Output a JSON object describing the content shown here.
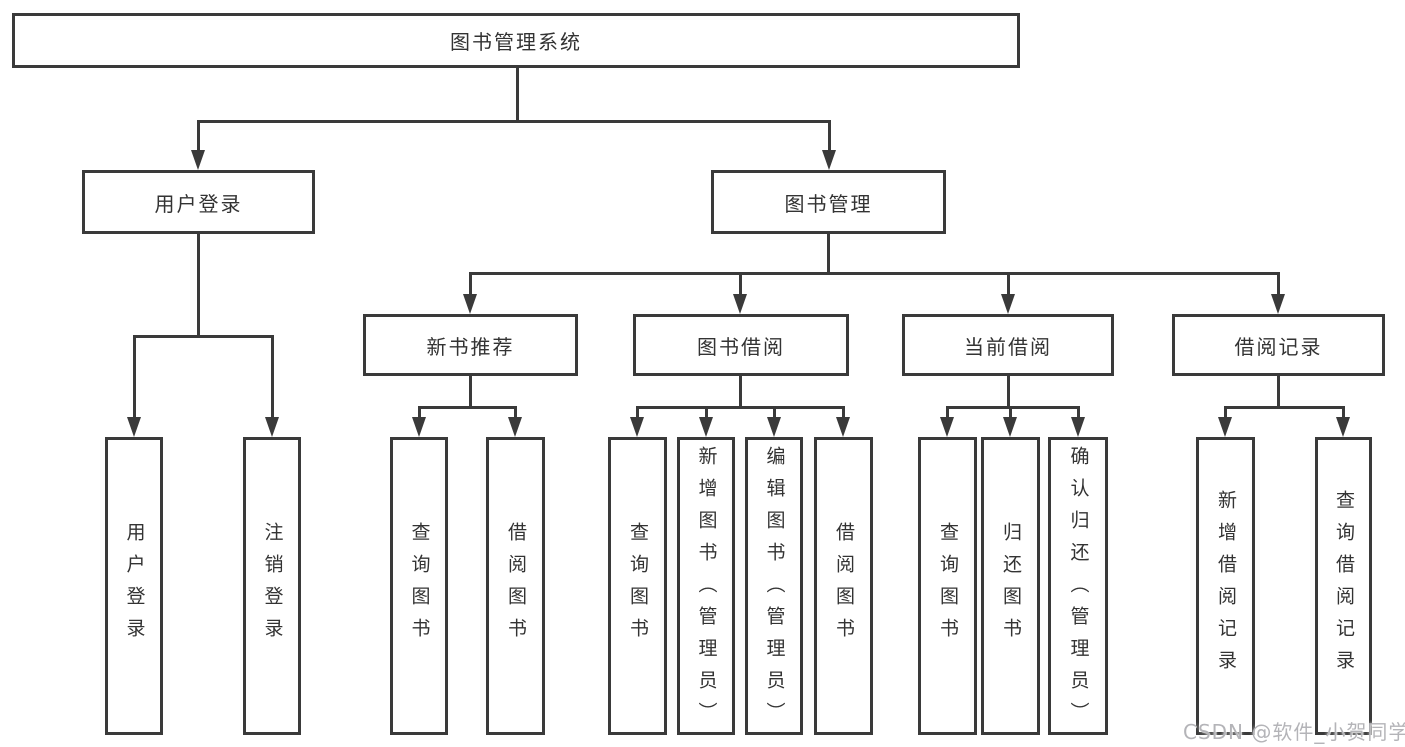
{
  "diagram": {
    "title_node": {
      "label": "图书管理系统"
    },
    "level2": [
      {
        "label": "用户登录"
      },
      {
        "label": "图书管理"
      }
    ],
    "level3": [
      {
        "label": "新书推荐",
        "parent": "图书管理"
      },
      {
        "label": "图书借阅",
        "parent": "图书管理"
      },
      {
        "label": "当前借阅",
        "parent": "图书管理"
      },
      {
        "label": "借阅记录",
        "parent": "图书管理"
      }
    ],
    "leaves": [
      {
        "label": "用户登录",
        "parent": "用户登录"
      },
      {
        "label": "注销登录",
        "parent": "用户登录"
      },
      {
        "label": "查询图书",
        "parent": "新书推荐"
      },
      {
        "label": "借阅图书",
        "parent": "新书推荐"
      },
      {
        "label": "查询图书",
        "parent": "图书借阅"
      },
      {
        "label": "新增图书（管理员）",
        "parent": "图书借阅"
      },
      {
        "label": "编辑图书（管理员）",
        "parent": "图书借阅"
      },
      {
        "label": "借阅图书",
        "parent": "图书借阅"
      },
      {
        "label": "查询图书",
        "parent": "当前借阅"
      },
      {
        "label": "归还图书",
        "parent": "当前借阅"
      },
      {
        "label": "确认归还（管理员）",
        "parent": "当前借阅"
      },
      {
        "label": "新增借阅记录",
        "parent": "借阅记录"
      },
      {
        "label": "查询借阅记录",
        "parent": "借阅记录"
      }
    ]
  },
  "watermark": {
    "text": "CSDN @软件_小贺同学"
  },
  "colors": {
    "line": "#3a3a3a",
    "text": "#333333",
    "background": "#ffffff",
    "watermark": "#b4b4b8"
  }
}
